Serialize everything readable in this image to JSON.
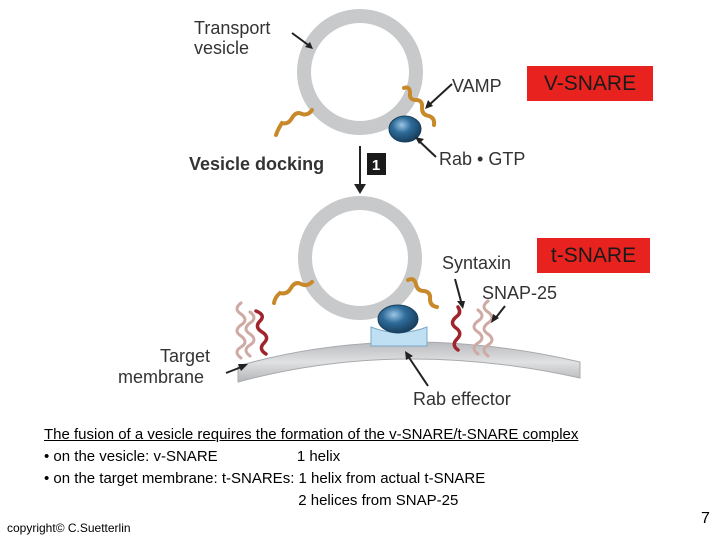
{
  "diagram": {
    "labels": {
      "transport_vesicle_line1": "Transport",
      "transport_vesicle_line2": "vesicle",
      "vamp": "VAMP",
      "vesicle_docking": "Vesicle docking",
      "step_number": "1",
      "rab_gtp": "Rab • GTP",
      "syntaxin": "Syntaxin",
      "snap25": "SNAP-25",
      "target_membrane_line1": "Target",
      "target_membrane_line2": "membrane",
      "rab_effector": "Rab effector"
    },
    "boxes": {
      "v_snare": "V-SNARE",
      "t_snare": "t-SNARE"
    },
    "colors": {
      "vesicle": "#c8c9cb",
      "v_snare_coil": "#c8892a",
      "t_snare_red": "#a0242c",
      "snap_coil": "#cfa9a4",
      "rab_blue": "#2f6c9a",
      "effector": "#bfe0f2",
      "highlight_box": "#e8231f"
    }
  },
  "caption": {
    "title": "The fusion of a vesicle requires the formation of the v-SNARE/t-SNARE complex",
    "line1": "• on the vesicle: v-SNARE                   1 helix",
    "line2": "• on the target membrane: t-SNAREs: 1 helix from actual t-SNARE",
    "line3": "                                                             2 helices from SNAP-25"
  },
  "footer": {
    "copyright": "copyright© C.Suetterlin",
    "page_number": "7"
  }
}
